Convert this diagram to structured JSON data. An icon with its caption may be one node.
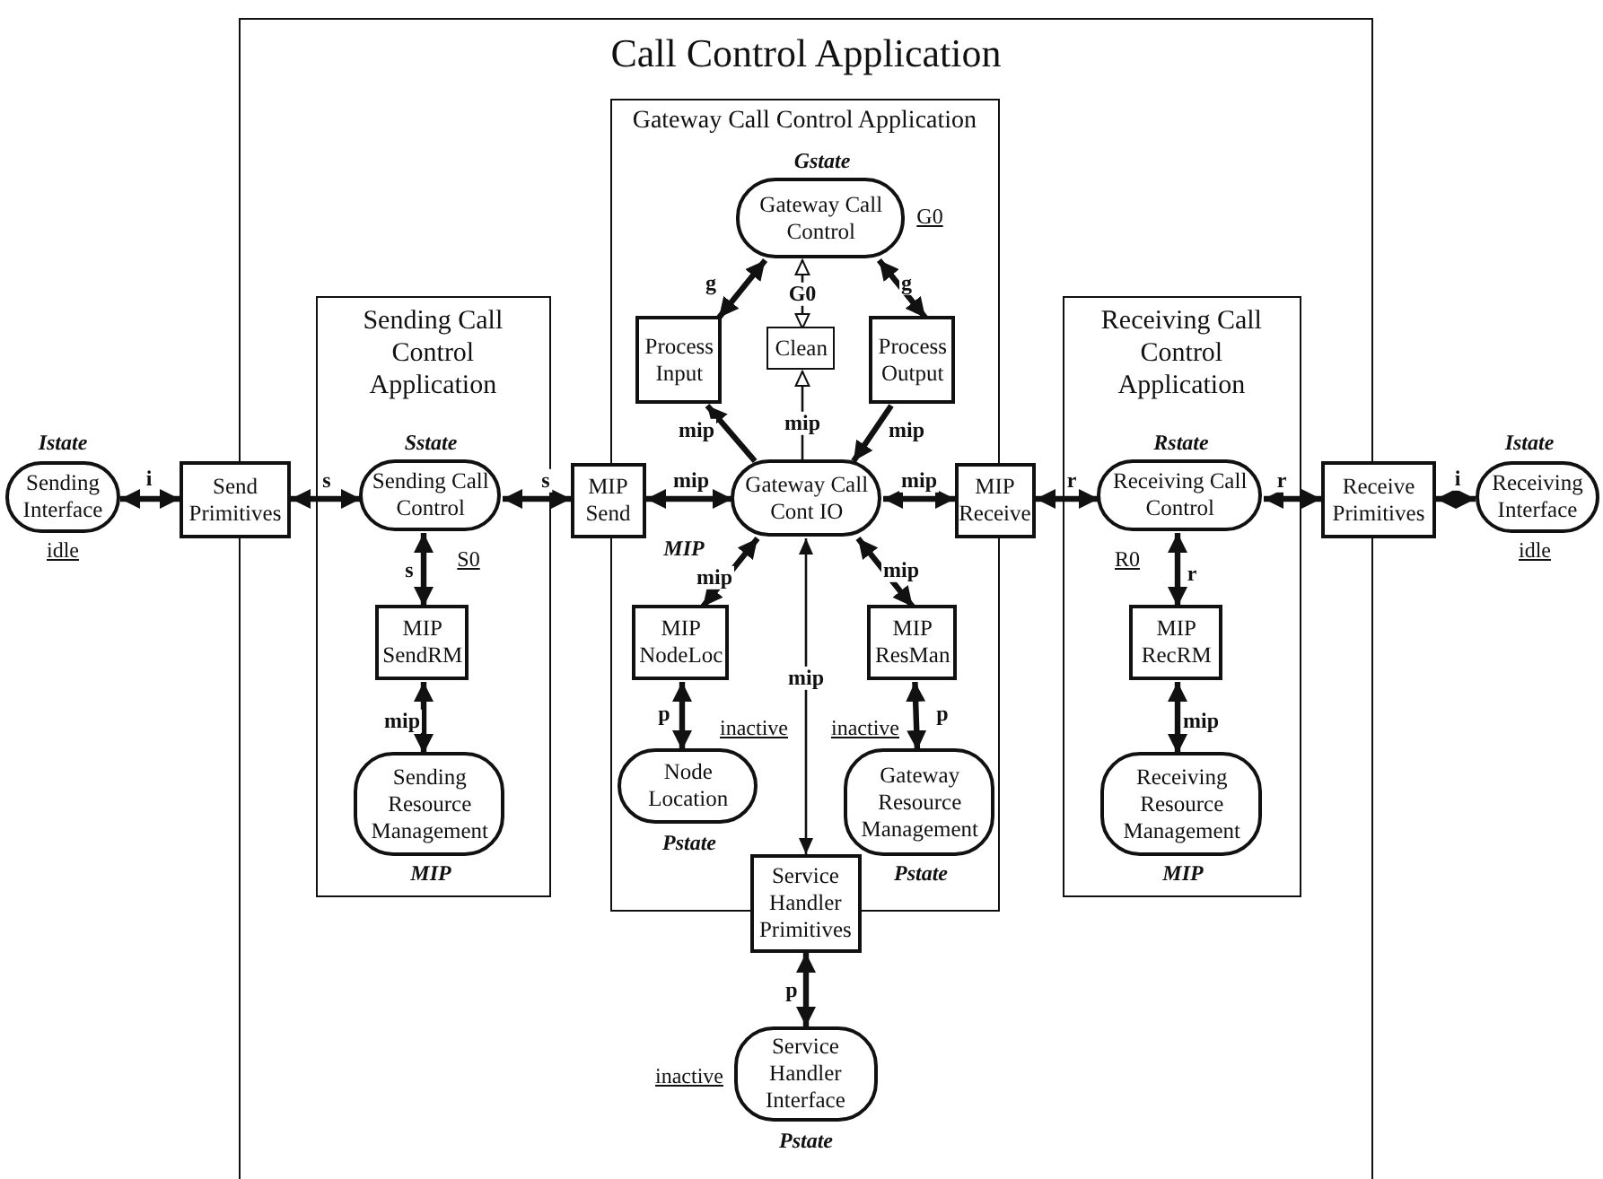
{
  "diagram": {
    "nodes": [
      {
        "text": [
          "Call Control Application"
        ]
      },
      {
        "text": [
          "Sending Interface"
        ],
        "beside": [
          "Istate",
          "idle"
        ]
      },
      {
        "text": [
          "Send Primitives"
        ]
      },
      {
        "text": [
          "Sending Call Control Application"
        ],
        "in": 0
      },
      {
        "text": [
          "Sending Call Control"
        ],
        "in": 3,
        "beside": [
          "Sstate",
          "S0"
        ]
      },
      {
        "text": [
          "MIP SendRM"
        ],
        "in": 3
      },
      {
        "text": [
          "Sending Resource Management"
        ],
        "in": 3,
        "beside": [
          "MIP"
        ]
      },
      {
        "text": [
          "MIP Send"
        ],
        "in": 0
      },
      {
        "text": [
          "Gateway Call Control Application"
        ],
        "in": 0
      },
      {
        "text": [
          "Gateway Call Control"
        ],
        "in": 8,
        "beside": [
          "Gstate",
          "G0"
        ]
      },
      {
        "text": [
          "Process Input"
        ],
        "in": 8
      },
      {
        "text": [
          "Clean"
        ],
        "in": 8
      },
      {
        "text": [
          "Process Output"
        ],
        "in": 8
      },
      {
        "text": [
          "Gateway Call Cont IO"
        ],
        "in": 8,
        "beside": [
          "MIP"
        ]
      },
      {
        "text": [
          "MIP Receive"
        ],
        "in": 0
      },
      {
        "text": [
          "MIP NodeLoc"
        ],
        "in": 8
      },
      {
        "text": [
          "Node Location"
        ],
        "in": 8,
        "beside": [
          "inactive",
          "Pstate"
        ]
      },
      {
        "text": [
          "MIP ResMan"
        ],
        "in": 8
      },
      {
        "text": [
          "Gateway Resource Management"
        ],
        "in": 8,
        "beside": [
          "inactive",
          "Pstate"
        ]
      },
      {
        "text": [
          "Service Handler Primitives"
        ],
        "in": 0
      },
      {
        "text": [
          "Service Handler Interface"
        ],
        "in": 0,
        "beside": [
          "inactive",
          "Pstate"
        ]
      },
      {
        "text": [
          "Receiving Call Control Application"
        ],
        "in": 0
      },
      {
        "text": [
          "Receiving Call Control"
        ],
        "in": 21,
        "beside": [
          "Rstate",
          "R0"
        ]
      },
      {
        "text": [
          "MIP RecRM"
        ],
        "in": 21
      },
      {
        "text": [
          "Receiving Resource Management"
        ],
        "in": 21,
        "beside": [
          "MIP"
        ]
      },
      {
        "text": [
          "Receive Primitives"
        ]
      },
      {
        "text": [
          "Receiving Interface"
        ],
        "beside": [
          "Istate",
          "idle"
        ]
      }
    ],
    "edges": [
      {
        "from": 1,
        "to": 2,
        "arrow": "both",
        "label": "i"
      },
      {
        "from": 2,
        "to": 4,
        "arrow": "both",
        "label": "s"
      },
      {
        "from": 4,
        "to": 7,
        "arrow": "both",
        "label": "s"
      },
      {
        "from": 4,
        "to": 5,
        "arrow": "both",
        "label": "s"
      },
      {
        "from": 5,
        "to": 6,
        "arrow": "both",
        "label": "mip"
      },
      {
        "from": 7,
        "to": 13,
        "arrow": "both",
        "label": "mip"
      },
      {
        "from": 9,
        "to": 10,
        "arrow": "both",
        "label": "g"
      },
      {
        "from": 9,
        "to": 12,
        "arrow": "both",
        "label": "g"
      },
      {
        "from": 9,
        "to": 11,
        "arrow": "both",
        "label": "G0"
      },
      {
        "from": 13,
        "to": 10,
        "arrow": "to",
        "label": "mip"
      },
      {
        "from": 12,
        "to": 13,
        "arrow": "to",
        "label": "mip"
      },
      {
        "from": 13,
        "to": 11,
        "arrow": "to",
        "label": "mip"
      },
      {
        "from": 13,
        "to": 14,
        "arrow": "both",
        "label": "mip"
      },
      {
        "from": 13,
        "to": 15,
        "arrow": "both",
        "label": "mip"
      },
      {
        "from": 13,
        "to": 17,
        "arrow": "both",
        "label": "mip"
      },
      {
        "from": 13,
        "to": 19,
        "arrow": "both",
        "label": "mip"
      },
      {
        "from": 15,
        "to": 16,
        "arrow": "both",
        "label": "p"
      },
      {
        "from": 17,
        "to": 18,
        "arrow": "both",
        "label": "p"
      },
      {
        "from": 19,
        "to": 20,
        "arrow": "both",
        "label": "p"
      },
      {
        "from": 14,
        "to": 22,
        "arrow": "both",
        "label": "r"
      },
      {
        "from": 22,
        "to": 25,
        "arrow": "both",
        "label": "r"
      },
      {
        "from": 22,
        "to": 23,
        "arrow": "both",
        "label": "r"
      },
      {
        "from": 23,
        "to": 24,
        "arrow": "both",
        "label": "mip"
      },
      {
        "from": 25,
        "to": 26,
        "arrow": "both",
        "label": "i"
      }
    ]
  }
}
